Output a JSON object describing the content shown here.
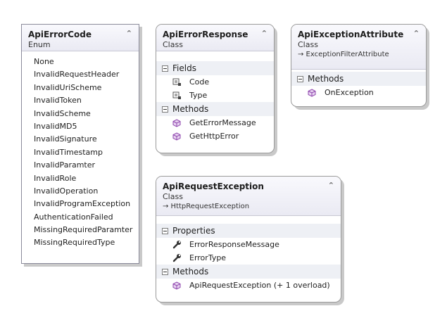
{
  "shapes": {
    "api_error_code": {
      "title": "ApiErrorCode",
      "kind": "Enum",
      "values": [
        "None",
        "InvalidRequestHeader",
        "InvalidUriScheme",
        "InvalidToken",
        "InvalidScheme",
        "InvalidMD5",
        "InvalidSignature",
        "InvalidTimestamp",
        "InvalidParamter",
        "InvalidRole",
        "InvalidOperation",
        "InvalidProgramException",
        "AuthenticationFailed",
        "MissingRequiredParamter",
        "MissingRequiredType"
      ]
    },
    "api_error_response": {
      "title": "ApiErrorResponse",
      "kind": "Class",
      "fields_label": "Fields",
      "fields": [
        "Code",
        "Type"
      ],
      "methods_label": "Methods",
      "methods": [
        "GetErrorMessage",
        "GetHttpError"
      ]
    },
    "api_exception_attribute": {
      "title": "ApiExceptionAttribute",
      "kind": "Class",
      "base": "→ ExceptionFilterAttribute",
      "methods_label": "Methods",
      "methods": [
        "OnException"
      ]
    },
    "api_request_exception": {
      "title": "ApiRequestException",
      "kind": "Class",
      "base": "→ HttpRequestException",
      "properties_label": "Properties",
      "properties": [
        "ErrorResponseMessage",
        "ErrorType"
      ],
      "methods_label": "Methods",
      "methods": [
        "ApiRequestException (+ 1 overload)"
      ]
    }
  },
  "collapse_glyph": "⌃",
  "colors": {
    "header": "#eaeaf3",
    "section": "#eef0f5",
    "method_icon": "#8e44ad",
    "border": "#9a9a9a"
  }
}
